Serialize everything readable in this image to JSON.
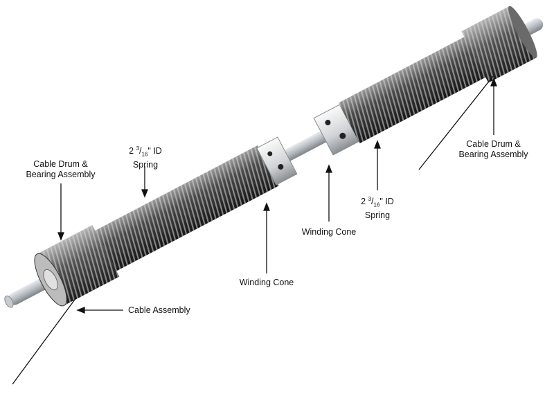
{
  "labels": {
    "left_drum": {
      "line1": "Cable Drum &",
      "line2": "Bearing Assembly"
    },
    "left_spring": {
      "prefix": "2 ",
      "num": "3",
      "slash": "/",
      "den": "16",
      "suffix": "\" ID",
      "line2": "Spring"
    },
    "left_cone": "Winding Cone",
    "right_cone": "Winding Cone",
    "right_spring": {
      "prefix": "2 ",
      "num": "3",
      "slash": "/",
      "den": "16",
      "suffix": "\" ID",
      "line2": "Spring"
    },
    "right_drum": {
      "line1": "Cable Drum &",
      "line2": "Bearing Assembly"
    },
    "cable_assembly": "Cable Assembly"
  }
}
